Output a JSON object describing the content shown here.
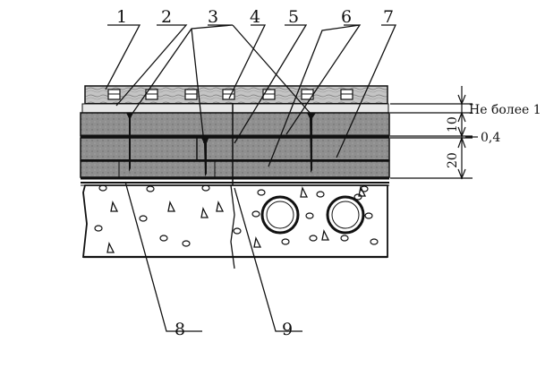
{
  "labels": {
    "callouts": [
      "1",
      "2",
      "3",
      "4",
      "5",
      "6",
      "7",
      "8",
      "9"
    ],
    "dimensions": {
      "gap_note": "Не более 1",
      "upper_thickness": "10",
      "interlayer": "0,4",
      "lower_thickness": "20"
    }
  },
  "colors": {
    "ink": "#111111",
    "board_layer": "#bdbdbd",
    "fiberboard": "#8f8f8f",
    "concrete": "#ffffff"
  },
  "icons": [
    "hollow-core-void-icon",
    "aggregate-stone-icon",
    "nail-icon",
    "joint-icon"
  ]
}
